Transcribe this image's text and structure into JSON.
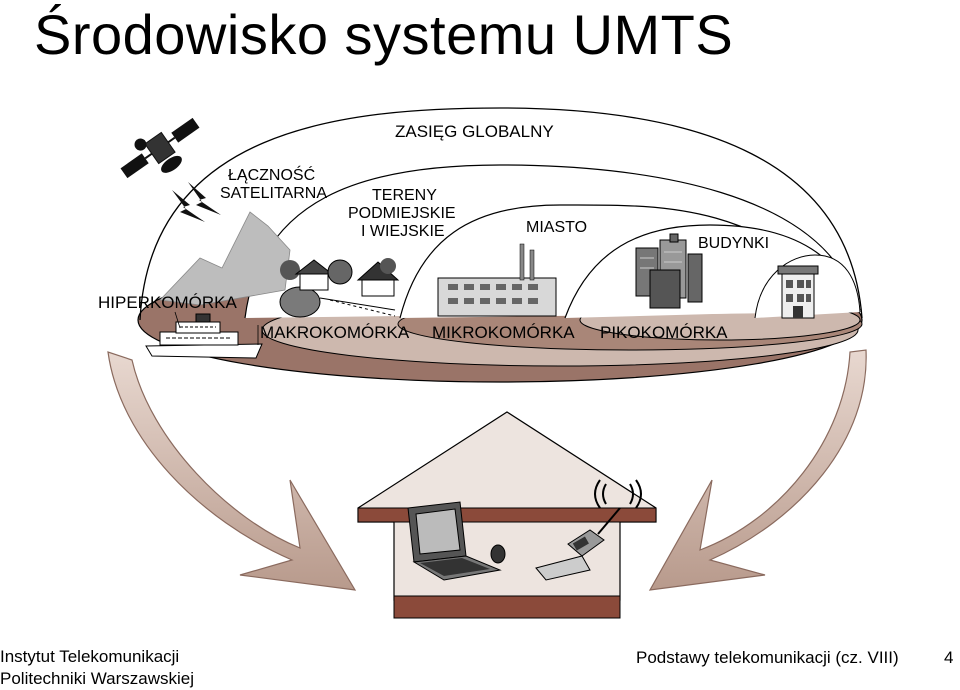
{
  "slide": {
    "title": "Środowisko systemu UMTS",
    "footer_institute_line1": "Instytut Telekomunikacji",
    "footer_institute_line2": "Politechniki Warszawskiej",
    "footer_course": "Podstawy telekomunikacji (cz. VIII)",
    "page_number": "4"
  },
  "labels": {
    "global": "ZASIĘG GLOBALNY",
    "satellite_1": "ŁĄCZNOŚĆ",
    "satellite_2": "SATELITARNA",
    "suburban_1": "TERENY",
    "suburban_2": "PODMIEJSKIE",
    "suburban_3": "I WIEJSKIE",
    "city": "MIASTO",
    "buildings": "BUDYNKI",
    "hypercell": "HIPERKOMÓRKA",
    "macrocell": "MAKROKOMÓRKA",
    "microcell": "MIKROKOMÓRKA",
    "picocell": "PIKOKOMÓRKA"
  },
  "colors": {
    "ground_dark": "#9a7468",
    "ground_light": "#cdb8ae",
    "dome_fill": "#ffffff",
    "arrow_fill": "#d9c4ba",
    "arrow_dark": "#8a6a5e",
    "house_fill": "#ede4df",
    "house_base": "#8b4a3a",
    "mountain": "#bdbdbd"
  },
  "icons": [
    "satellite-icon",
    "lightning-icon",
    "mountain-icon",
    "village-icon",
    "factory-icon",
    "skyscraper-icon",
    "small-building-icon",
    "ship-icon",
    "laptop-icon",
    "mobile-phone-icon",
    "signal-waves-icon"
  ]
}
